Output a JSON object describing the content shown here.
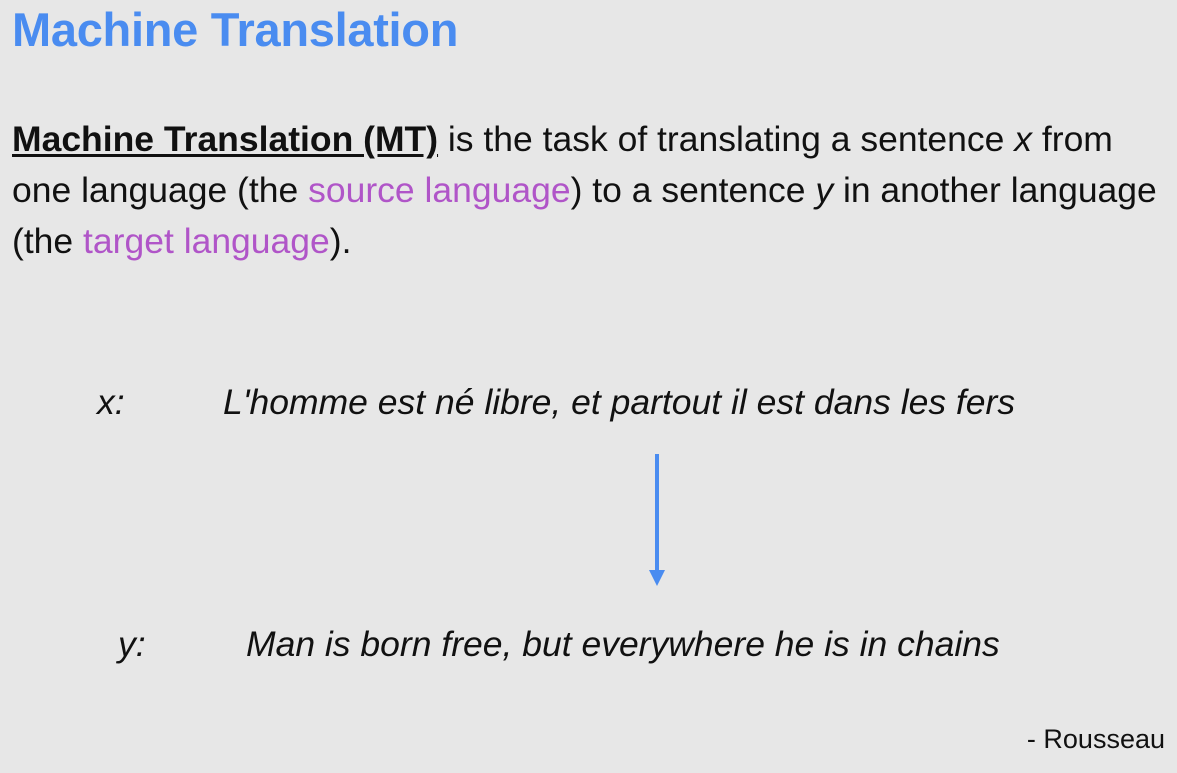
{
  "slide": {
    "title": "Machine Translation",
    "definition": {
      "term": "Machine Translation (MT)",
      "text_1": " is the task of translating a sentence ",
      "var_x": "x",
      "text_2": " from one language (the ",
      "source_language": "source language",
      "text_3": ") to a sentence ",
      "var_y": "y",
      "text_4": " in another language (the ",
      "target_language": "target language",
      "text_5": ")."
    },
    "example": {
      "x_label": "x:",
      "x_text": "L'homme est né libre, et partout il est dans les fers",
      "y_label": "y:",
      "y_text": "Man is born free, but everywhere he is in chains"
    },
    "attribution": "- Rousseau"
  },
  "colors": {
    "title": "#4a8cf0",
    "accent": "#b055c8",
    "arrow": "#4a8cf0",
    "background": "#e7e7e7"
  },
  "icons": {
    "arrow": "arrow-down-icon"
  }
}
